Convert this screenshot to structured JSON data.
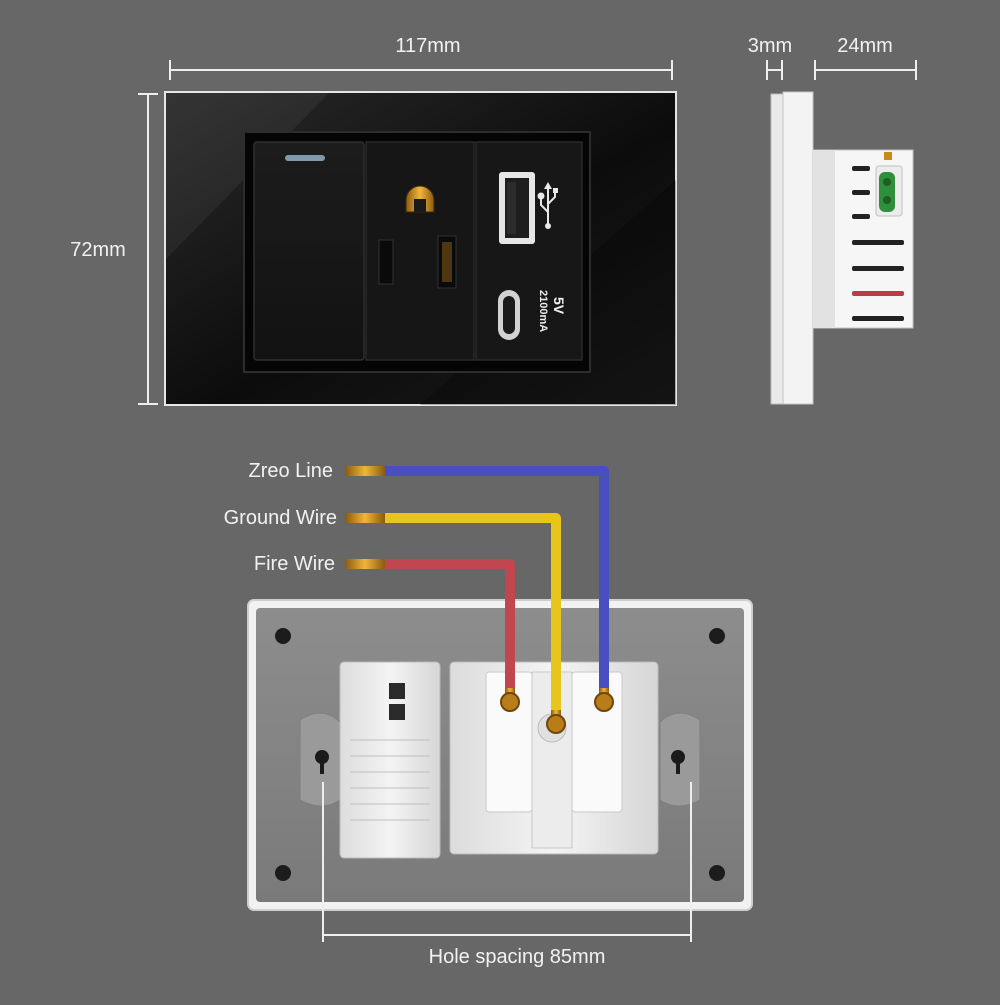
{
  "colors": {
    "background": "#676767",
    "panel_black": "#111111",
    "neutral_wire": "#4a4fc0",
    "ground_wire": "#e8c51a",
    "fire_wire": "#c0474f",
    "copper": "#c98a1c",
    "usb_green": "#2f8f3a"
  },
  "dimensions": {
    "width": "117mm",
    "height": "72mm",
    "plate_depth": "3mm",
    "body_depth": "24mm",
    "hole_spacing": "Hole spacing 85mm"
  },
  "usb_module": {
    "voltage": "5V",
    "current": "2100mA"
  },
  "wires": {
    "neutral": "Zreo Line",
    "ground": "Ground Wire",
    "fire": "Fire Wire"
  },
  "icons": [
    "usb-icon",
    "indicator-light"
  ]
}
